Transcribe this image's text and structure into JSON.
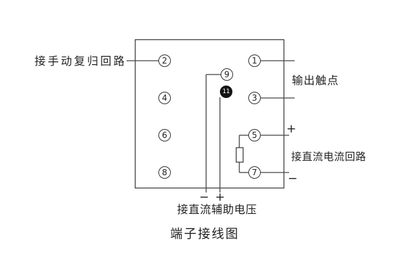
{
  "title": "端子接线图",
  "labels": {
    "manual_reset": "接手动复归回路",
    "output_contact": "输出触点",
    "dc_current_loop": "接直流电流回路",
    "dc_aux_voltage": "接直流辅助电压",
    "plus": "+",
    "minus": "−"
  },
  "terminals": {
    "t1": "1",
    "t2": "2",
    "t3": "3",
    "t4": "4",
    "t5": "5",
    "t6": "6",
    "t7": "7",
    "t8": "8",
    "t9": "9",
    "t11": "11"
  }
}
